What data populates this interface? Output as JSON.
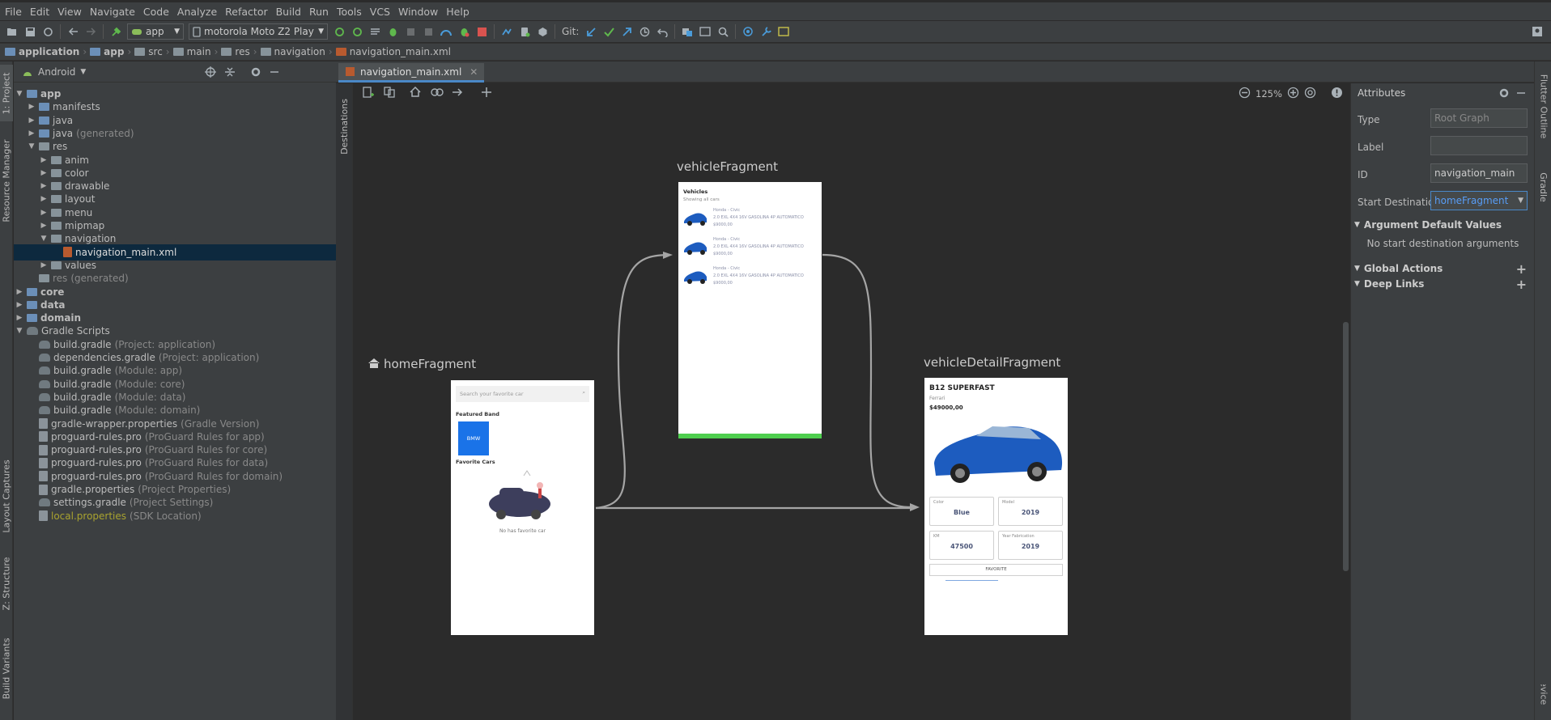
{
  "menu": [
    "File",
    "Edit",
    "View",
    "Navigate",
    "Code",
    "Analyze",
    "Refactor",
    "Build",
    "Run",
    "Tools",
    "VCS",
    "Window",
    "Help"
  ],
  "toolbar": {
    "config": "app",
    "device": "motorola Moto Z2 Play",
    "git_label": "Git:"
  },
  "breadcrumb": [
    "application",
    "app",
    "src",
    "main",
    "res",
    "navigation",
    "navigation_main.xml"
  ],
  "project": {
    "view": "Android",
    "tree": [
      {
        "label": "app",
        "extra": "",
        "indent": 0,
        "arrow": "down",
        "icon": "folder-blue",
        "bold": true
      },
      {
        "label": "manifests",
        "extra": "",
        "indent": 1,
        "arrow": "right",
        "icon": "folder-blue"
      },
      {
        "label": "java",
        "extra": "",
        "indent": 1,
        "arrow": "right",
        "icon": "folder-blue"
      },
      {
        "label": "java",
        "extra": "(generated)",
        "indent": 1,
        "arrow": "right",
        "icon": "folder-blue"
      },
      {
        "label": "res",
        "extra": "",
        "indent": 1,
        "arrow": "down",
        "icon": "folder"
      },
      {
        "label": "anim",
        "extra": "",
        "indent": 2,
        "arrow": "right",
        "icon": "folder"
      },
      {
        "label": "color",
        "extra": "",
        "indent": 2,
        "arrow": "right",
        "icon": "folder"
      },
      {
        "label": "drawable",
        "extra": "",
        "indent": 2,
        "arrow": "right",
        "icon": "folder"
      },
      {
        "label": "layout",
        "extra": "",
        "indent": 2,
        "arrow": "right",
        "icon": "folder"
      },
      {
        "label": "menu",
        "extra": "",
        "indent": 2,
        "arrow": "right",
        "icon": "folder"
      },
      {
        "label": "mipmap",
        "extra": "",
        "indent": 2,
        "arrow": "right",
        "icon": "folder"
      },
      {
        "label": "navigation",
        "extra": "",
        "indent": 2,
        "arrow": "down",
        "icon": "folder"
      },
      {
        "label": "navigation_main.xml",
        "extra": "",
        "indent": 3,
        "arrow": "",
        "icon": "xml",
        "selected": true
      },
      {
        "label": "values",
        "extra": "",
        "indent": 2,
        "arrow": "right",
        "icon": "folder"
      },
      {
        "label": "res",
        "extra": "(generated)",
        "indent": 1,
        "arrow": "",
        "icon": "folder",
        "grey": true
      },
      {
        "label": "core",
        "extra": "",
        "indent": 0,
        "arrow": "right",
        "icon": "folder-blue",
        "bold": true
      },
      {
        "label": "data",
        "extra": "",
        "indent": 0,
        "arrow": "right",
        "icon": "folder-blue",
        "bold": true
      },
      {
        "label": "domain",
        "extra": "",
        "indent": 0,
        "arrow": "right",
        "icon": "folder-blue",
        "bold": true
      },
      {
        "label": "Gradle Scripts",
        "extra": "",
        "indent": 0,
        "arrow": "down",
        "icon": "gradle"
      },
      {
        "label": "build.gradle",
        "extra": "(Project: application)",
        "indent": 1,
        "arrow": "",
        "icon": "gradle"
      },
      {
        "label": "dependencies.gradle",
        "extra": "(Project: application)",
        "indent": 1,
        "arrow": "",
        "icon": "gradle"
      },
      {
        "label": "build.gradle",
        "extra": "(Module: app)",
        "indent": 1,
        "arrow": "",
        "icon": "gradle"
      },
      {
        "label": "build.gradle",
        "extra": "(Module: core)",
        "indent": 1,
        "arrow": "",
        "icon": "gradle"
      },
      {
        "label": "build.gradle",
        "extra": "(Module: data)",
        "indent": 1,
        "arrow": "",
        "icon": "gradle"
      },
      {
        "label": "build.gradle",
        "extra": "(Module: domain)",
        "indent": 1,
        "arrow": "",
        "icon": "gradle"
      },
      {
        "label": "gradle-wrapper.properties",
        "extra": "(Gradle Version)",
        "indent": 1,
        "arrow": "",
        "icon": "file"
      },
      {
        "label": "proguard-rules.pro",
        "extra": "(ProGuard Rules for app)",
        "indent": 1,
        "arrow": "",
        "icon": "file"
      },
      {
        "label": "proguard-rules.pro",
        "extra": "(ProGuard Rules for core)",
        "indent": 1,
        "arrow": "",
        "icon": "file"
      },
      {
        "label": "proguard-rules.pro",
        "extra": "(ProGuard Rules for data)",
        "indent": 1,
        "arrow": "",
        "icon": "file"
      },
      {
        "label": "proguard-rules.pro",
        "extra": "(ProGuard Rules for domain)",
        "indent": 1,
        "arrow": "",
        "icon": "file"
      },
      {
        "label": "gradle.properties",
        "extra": "(Project Properties)",
        "indent": 1,
        "arrow": "",
        "icon": "file"
      },
      {
        "label": "settings.gradle",
        "extra": "(Project Settings)",
        "indent": 1,
        "arrow": "",
        "icon": "gradle"
      },
      {
        "label": "local.properties",
        "extra": "(SDK Location)",
        "indent": 1,
        "arrow": "",
        "icon": "file",
        "olive": true
      }
    ]
  },
  "left_tabs": [
    "1: Project",
    "Resource Manager",
    "Layout Captures",
    "Z: Structure",
    "Build Variants"
  ],
  "right_tabs": [
    "Flutter Outline",
    "Gradle",
    "Device"
  ],
  "editor": {
    "tab": "navigation_main.xml",
    "dest_tab": "Destinations",
    "zoom": "125%"
  },
  "graph": {
    "home": {
      "label": "homeFragment",
      "search": "Search your favorite car",
      "featured": "Featured Band",
      "brand": "BMW",
      "favorites": "Favorite Cars",
      "empty": "No has favorite car"
    },
    "vehicle": {
      "label": "vehicleFragment",
      "title": "Vehicles",
      "subtitle": "Showing all cars",
      "items": [
        {
          "name": "Honda - Civic",
          "desc": "2.0 EXL 4X4 16V GASOLINA 4P AUTOMATICO",
          "price": "$9000,00"
        },
        {
          "name": "Honda - Civic",
          "desc": "2.0 EXL 4X4 16V GASOLINA 4P AUTOMATICO",
          "price": "$9000,00"
        },
        {
          "name": "Honda - Civic",
          "desc": "2.0 EXL 4X4 16V GASOLINA 4P AUTOMATICO",
          "price": "$9000,00"
        }
      ]
    },
    "detail": {
      "label": "vehicleDetailFragment",
      "title": "B12 SUPERFAST",
      "brand": "Ferrari",
      "price": "$49000,00",
      "cells": [
        {
          "k": "Color",
          "v": "Blue"
        },
        {
          "k": "Model",
          "v": "2019"
        },
        {
          "k": "KM",
          "v": "47500"
        },
        {
          "k": "Year Fabrication",
          "v": "2019"
        }
      ],
      "button": "FAVORITE"
    }
  },
  "attributes": {
    "title": "Attributes",
    "type_label": "Type",
    "type_value": "Root Graph",
    "label_label": "Label",
    "label_value": "",
    "id_label": "ID",
    "id_value": "navigation_main",
    "start_label": "Start Destination",
    "start_value": "homeFragment",
    "arg_section": "Argument Default Values",
    "arg_empty": "No start destination arguments",
    "global_section": "Global Actions",
    "deep_section": "Deep Links"
  }
}
